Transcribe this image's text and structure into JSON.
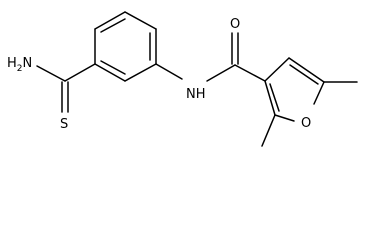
{
  "structure": {
    "labels": {
      "amine": "H2N",
      "thioxo": "S",
      "amide_nh": "NH",
      "carbonyl_o": "O",
      "ring_o": "O"
    }
  }
}
